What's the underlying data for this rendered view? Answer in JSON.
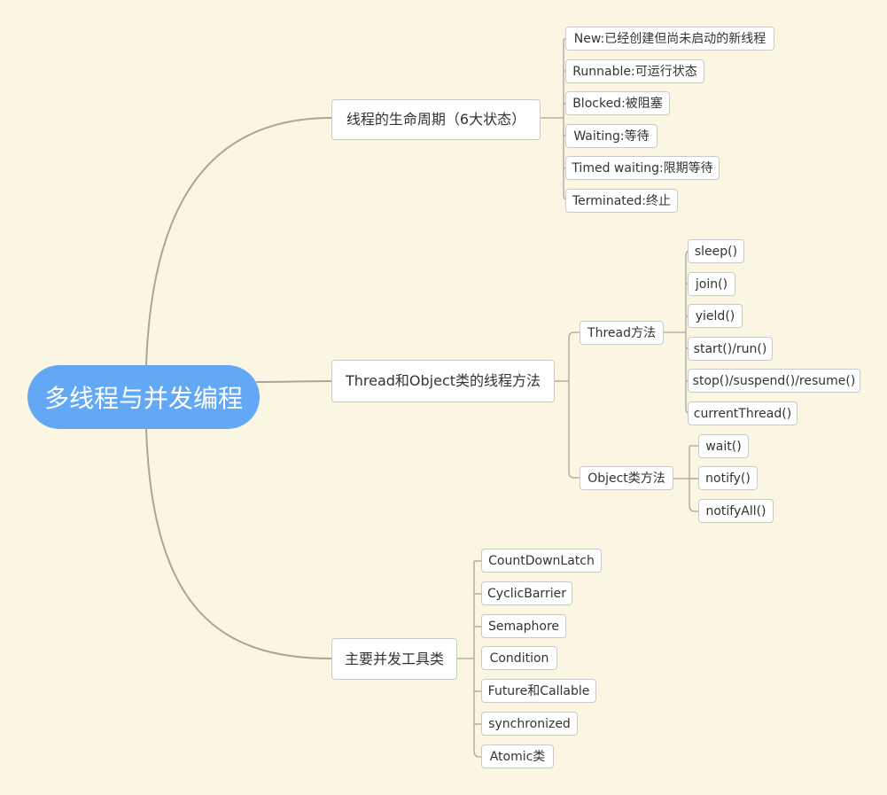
{
  "colors": {
    "background": "#fbf6e2",
    "root_fill": "#62a8f5",
    "line": "#aaa49a",
    "node_border": "#c9c9c9"
  },
  "root": {
    "label": "多线程与并发编程"
  },
  "lifecycle": {
    "label": "线程的生命周期（6大状态）",
    "items": [
      "New:已经创建但尚未启动的新线程",
      "Runnable:可运行状态",
      "Blocked:被阻塞",
      "Waiting:等待",
      "Timed waiting:限期等待",
      "Terminated:终止"
    ]
  },
  "methods": {
    "label": "Thread和Object类的线程方法",
    "thread": {
      "label": "Thread方法",
      "items": [
        "sleep()",
        "join()",
        "yield()",
        "start()/run()",
        "stop()/suspend()/resume()",
        "currentThread()"
      ]
    },
    "object": {
      "label": "Object类方法",
      "items": [
        "wait()",
        "notify()",
        "notifyAll()"
      ]
    }
  },
  "tools": {
    "label": "主要并发工具类",
    "items": [
      "CountDownLatch",
      "CyclicBarrier",
      "Semaphore",
      "Condition",
      "Future和Callable",
      "synchronized",
      "Atomic类"
    ]
  }
}
